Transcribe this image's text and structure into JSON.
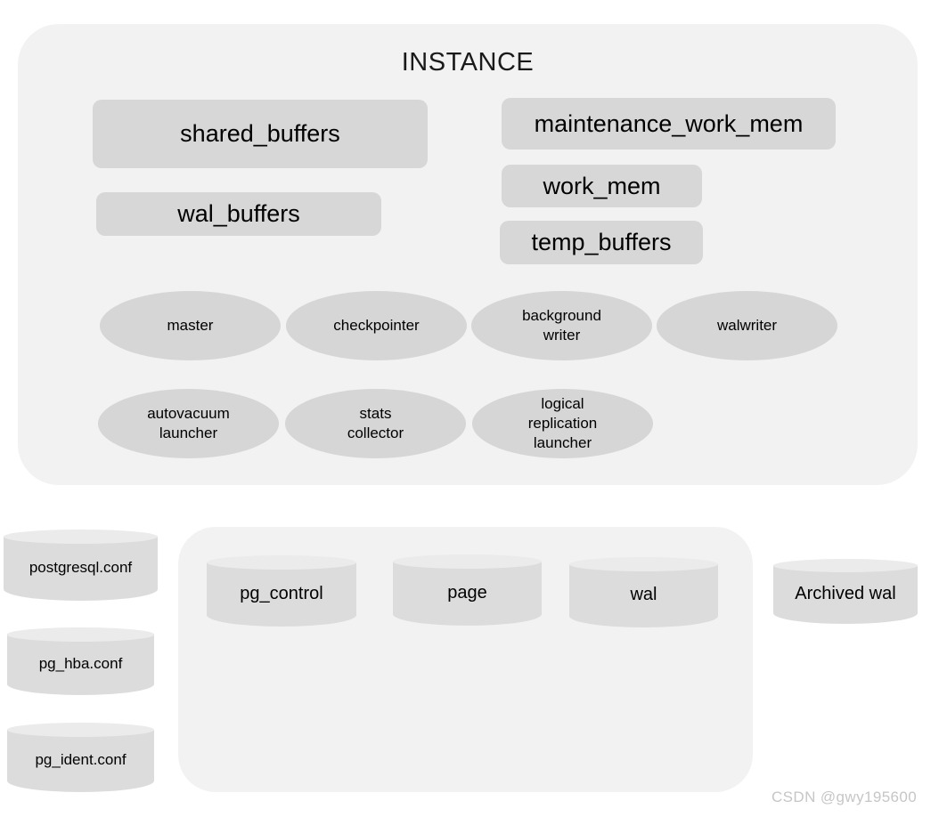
{
  "instance": {
    "title": "INSTANCE",
    "memory_boxes": [
      {
        "id": "shared_buffers",
        "label": "shared_buffers"
      },
      {
        "id": "wal_buffers",
        "label": "wal_buffers"
      },
      {
        "id": "maintenance_work_mem",
        "label": "maintenance_work_mem"
      },
      {
        "id": "work_mem",
        "label": "work_mem"
      },
      {
        "id": "temp_buffers",
        "label": "temp_buffers"
      }
    ],
    "processes_row1": [
      {
        "id": "master",
        "label": "master"
      },
      {
        "id": "checkpointer",
        "label": "checkpointer"
      },
      {
        "id": "background-writer",
        "label": "background\nwriter"
      },
      {
        "id": "walwriter",
        "label": "walwriter"
      }
    ],
    "processes_row2": [
      {
        "id": "autovacuum-launcher",
        "label": "autovacuum\nlauncher"
      },
      {
        "id": "stats-collector",
        "label": "stats\ncollector"
      },
      {
        "id": "logical-replication-launcher",
        "label": "logical\nreplication\nlauncher"
      }
    ]
  },
  "config_files": [
    {
      "id": "postgresql-conf",
      "label": "postgresql.conf"
    },
    {
      "id": "pg-hba-conf",
      "label": "pg_hba.conf"
    },
    {
      "id": "pg-ident-conf",
      "label": "pg_ident.conf"
    }
  ],
  "storage": {
    "items": [
      {
        "id": "pg_control",
        "label": "pg_control"
      },
      {
        "id": "page",
        "label": "page"
      },
      {
        "id": "wal",
        "label": "wal"
      }
    ]
  },
  "archive": {
    "id": "archived-wal",
    "label": "Archived wal"
  },
  "watermark": "CSDN @gwy195600",
  "colors": {
    "panel_background": "#f2f2f2",
    "memory_box": "#d7d7d7",
    "process_ellipse": "#d6d6d6",
    "cylinder_body": "#dcdcdc",
    "cylinder_top": "#ebebeb",
    "page_background": "#ffffff",
    "text": "#000000",
    "watermark": "#c6c6c6"
  }
}
